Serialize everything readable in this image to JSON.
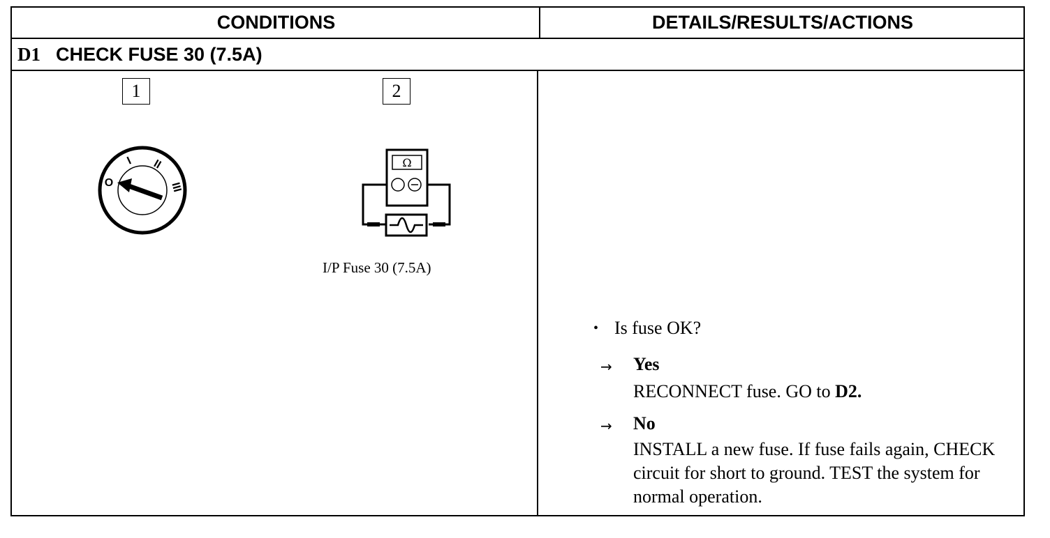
{
  "table": {
    "conditions_header": "CONDITIONS",
    "details_header": "DETAILS/RESULTS/ACTIONS"
  },
  "step": {
    "number": "D1",
    "title": "CHECK FUSE 30 (7.5A)"
  },
  "illustrations": {
    "step1_number": "1",
    "step2_number": "2",
    "ignition_positions": [
      "O",
      "I",
      "II",
      "III"
    ],
    "meter_symbol": "Ω",
    "fuse_caption": "I/P Fuse 30 (7.5A)"
  },
  "details": {
    "question_bullet": "•",
    "question": "Is fuse OK?",
    "arrow_symbol": "→",
    "yes_label": "Yes",
    "yes_action": "RECONNECT fuse. GO to ",
    "yes_target": "D2.",
    "no_label": "No",
    "no_action": "INSTALL a new fuse. If fuse fails again, CHECK circuit for short to ground. TEST the system for normal operation."
  }
}
